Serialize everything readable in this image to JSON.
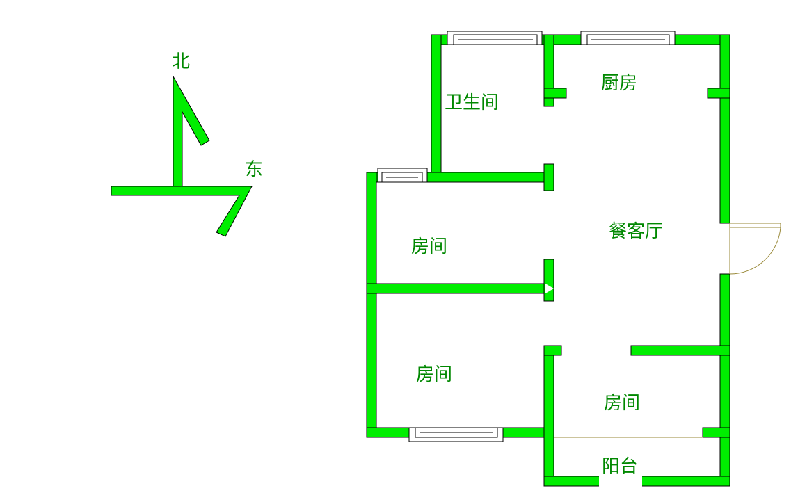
{
  "compass": {
    "north_label": "北",
    "east_label": "东"
  },
  "rooms": {
    "bathroom": "卫生间",
    "kitchen": "厨房",
    "living_dining": "餐客厅",
    "bedroom_upper": "房间",
    "bedroom_lower_left": "房间",
    "bedroom_lower_right": "房间",
    "balcony": "阳台"
  },
  "colors": {
    "wall": "#00ee00",
    "label": "#008800",
    "door": "#9a8a3a"
  }
}
